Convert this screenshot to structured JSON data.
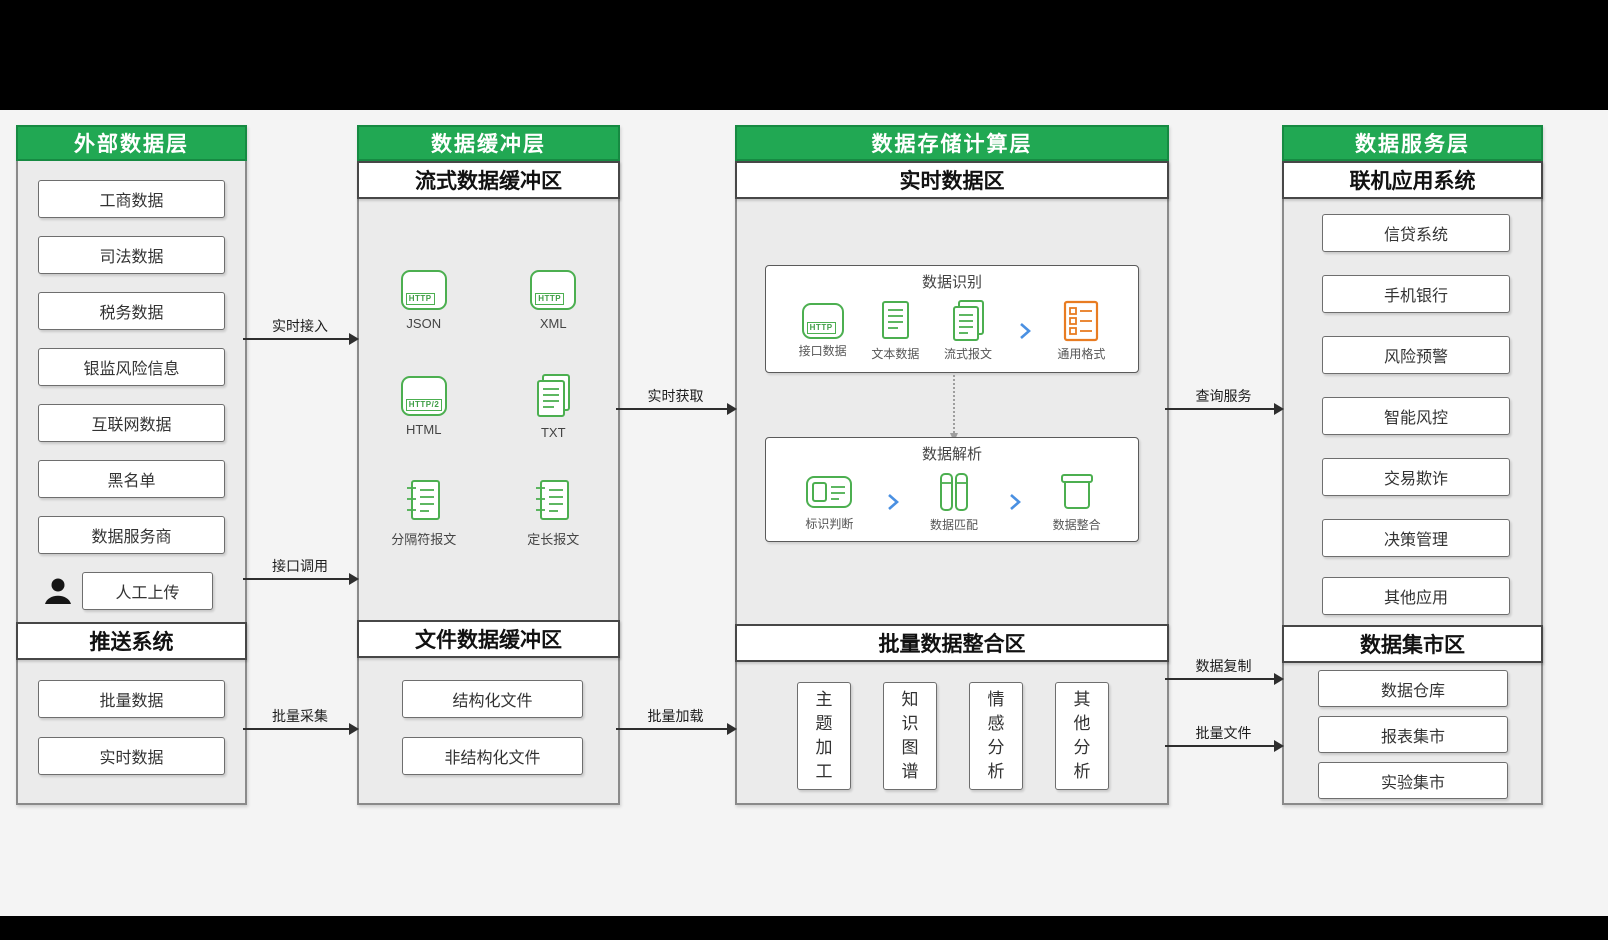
{
  "colors": {
    "header_green": "#21A853",
    "icon_green": "#4CAF50",
    "icon_orange": "#E87C22",
    "chevron_blue": "#4A90E2"
  },
  "layers": {
    "external": {
      "title": "外部数据层",
      "items": [
        "工商数据",
        "司法数据",
        "税务数据",
        "银监风险信息",
        "互联网数据",
        "黑名单",
        "数据服务商"
      ],
      "manual_upload_label": "人工上传",
      "push_system_title": "推送系统",
      "push_items": [
        "批量数据",
        "实时数据"
      ]
    },
    "buffer": {
      "title": "数据缓冲层",
      "stream_zone_title": "流式数据缓冲区",
      "stream_items": [
        {
          "label": "JSON",
          "badge": "HTTP"
        },
        {
          "label": "XML",
          "badge": "HTTP"
        },
        {
          "label": "HTML",
          "badge": "HTTP/2"
        },
        {
          "label": "TXT"
        },
        {
          "label": "分隔符报文"
        },
        {
          "label": "定长报文"
        }
      ],
      "file_zone_title": "文件数据缓冲区",
      "file_items": [
        "结构化文件",
        "非结构化文件"
      ]
    },
    "storage": {
      "title": "数据存储计算层",
      "realtime_zone_title": "实时数据区",
      "recognition": {
        "title": "数据识别",
        "badge": "HTTP",
        "steps": [
          "接口数据",
          "文本数据",
          "流式报文",
          "通用格式"
        ]
      },
      "parsing": {
        "title": "数据解析",
        "steps": [
          "标识判断",
          "数据匹配",
          "数据整合"
        ]
      },
      "batch_zone_title": "批量数据整合区",
      "batch_items": [
        "主题加工",
        "知识图谱",
        "情感分析",
        "其他分析"
      ]
    },
    "service": {
      "title": "数据服务层",
      "online_zone_title": "联机应用系统",
      "online_items": [
        "信贷系统",
        "手机银行",
        "风险预警",
        "智能风控",
        "交易欺诈",
        "决策管理",
        "其他应用"
      ],
      "mart_zone_title": "数据集市区",
      "mart_items": [
        "数据仓库",
        "报表集市",
        "实验集市"
      ]
    }
  },
  "arrows": {
    "realtime_access": "实时接入",
    "interface_call": "接口调用",
    "batch_collect": "批量采集",
    "realtime_fetch": "实时获取",
    "batch_load": "批量加载",
    "query_service": "查询服务",
    "data_copy": "数据复制",
    "batch_file": "批量文件"
  }
}
